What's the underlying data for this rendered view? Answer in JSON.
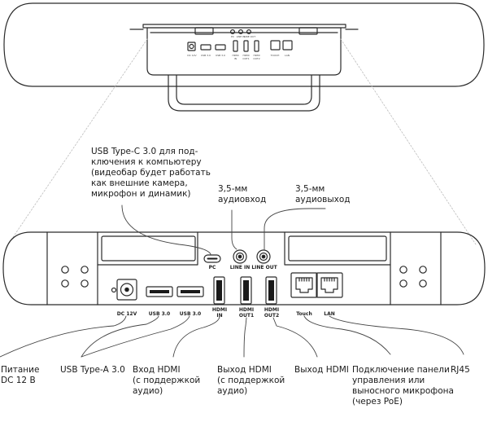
{
  "callouts": {
    "usbc": "USB Type-C 3.0 для под-\nключения к компьютеру\n(видеобар будет работать\nкак внешние камера,\nмикрофон и динамик)",
    "line_in": "3,5-мм\nаудиовход",
    "line_out": "3,5-мм\nаудиовыход",
    "power": "Питание\nDC 12 В",
    "usba": "USB Type-A 3.0",
    "hdmi_in": "Вход HDMI\n(с поддержкой\nаудио)",
    "hdmi_out1": "Выход HDMI\n(с поддержкой\nаудио)",
    "hdmi_out2": "Выход HDMI",
    "touch": "Подключение панели\nуправления или\nвыносного микрофона\n(через PoE)",
    "rj45": "RJ45"
  },
  "ports": {
    "pc": "PC",
    "line_in": "LINE IN",
    "line_out": "LINE OUT",
    "dc": "DC 12V",
    "usb1": "USB 3.0",
    "usb2": "USB 3.0",
    "hdmi_in": "HDMI\nIN",
    "hdmi_out1": "HDMI\nOUT1",
    "hdmi_out2": "HDMI\nOUT2",
    "touch": "Touch",
    "lan": "LAN"
  },
  "mini_ports": {
    "dc": "DC 12V",
    "usb1": "USB 3.0",
    "usb2": "USB 3.0",
    "hdmi_in": "HDMI\nIN",
    "hdmi_out1": "HDMI\nOUT1",
    "hdmi_out2": "HDMI\nOUT2",
    "touch": "TOUCH",
    "lan": "LAN",
    "pc": "PC",
    "line_in": "LINE IN",
    "line_out": "LINE OUT"
  },
  "colors": {
    "outline": "#2b2b2b",
    "connector_fill": "#1a1a1a",
    "body_fill": "#ffffff"
  }
}
